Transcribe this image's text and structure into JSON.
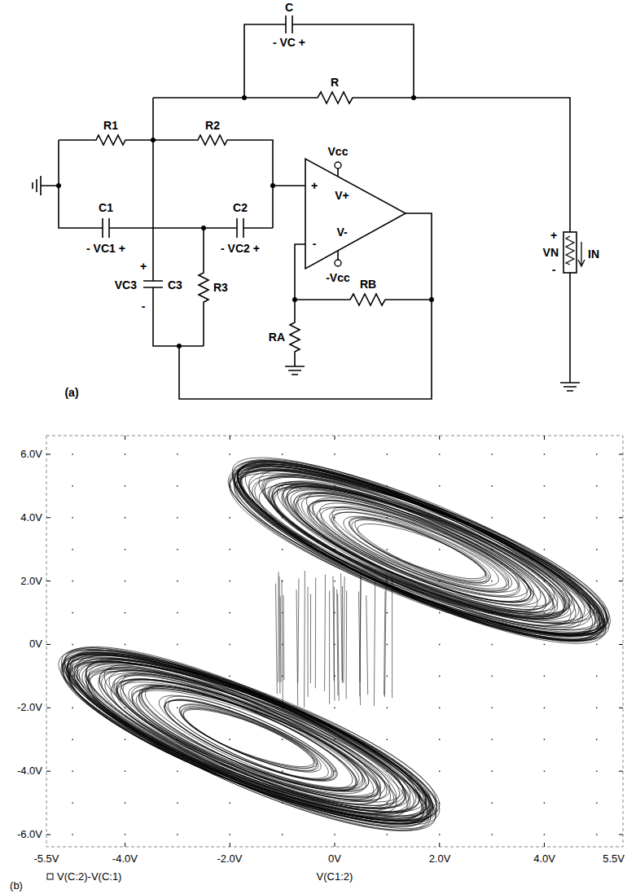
{
  "diagram": {
    "labels": [
      "C",
      "- VC +",
      "R",
      "R1",
      "R2",
      "C1",
      "- VC1 +",
      "C2",
      "- VC2 +",
      "+",
      "VC3",
      "C3",
      "-",
      "R3",
      "Vcc",
      "V+",
      "V-",
      "-Vcc",
      "+",
      "-",
      "RA",
      "RB",
      "+",
      "VN",
      "IN",
      "-",
      "(a)",
      "6.0V",
      "4.0V",
      "2.0V",
      "0V",
      "-2.0V",
      "-4.0V",
      "-6.0V",
      "-5.5V",
      "-4.0V",
      "-2.0V",
      "0V",
      "2.0V",
      "4.0V",
      "5.5V",
      "V(C1:2)",
      "(b)"
    ],
    "legend": [
      {
        "text": "V(C:2)-V(C:1)"
      }
    ]
  }
}
